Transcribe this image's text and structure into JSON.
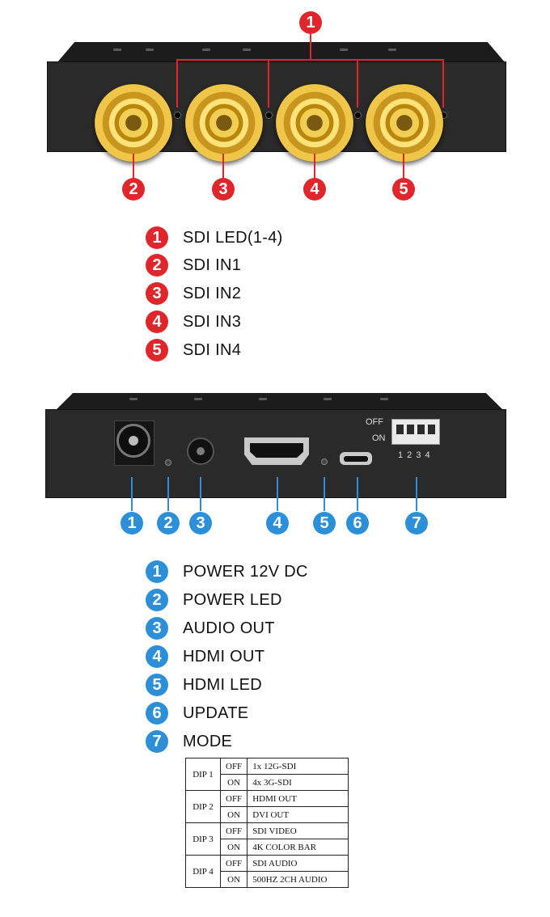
{
  "top_legend": [
    {
      "num": "1",
      "label": "SDI LED(1-4)"
    },
    {
      "num": "2",
      "label": "SDI IN1"
    },
    {
      "num": "3",
      "label": "SDI IN2"
    },
    {
      "num": "4",
      "label": "SDI IN3"
    },
    {
      "num": "5",
      "label": "SDI IN4"
    }
  ],
  "bottom_legend": [
    {
      "num": "1",
      "label": "POWER 12V DC"
    },
    {
      "num": "2",
      "label": "POWER LED"
    },
    {
      "num": "3",
      "label": "AUDIO OUT"
    },
    {
      "num": "4",
      "label": "HDMI OUT"
    },
    {
      "num": "5",
      "label": "HDMI LED"
    },
    {
      "num": "6",
      "label": "UPDATE"
    },
    {
      "num": "7",
      "label": "MODE"
    }
  ],
  "rear_panel": {
    "off_label": "OFF",
    "on_label": "ON",
    "dip_numbers": "1 2 3 4"
  },
  "dip_table": [
    {
      "dip": "DIP 1",
      "off": "1x 12G-SDI",
      "on": "4x 3G-SDI"
    },
    {
      "dip": "DIP 2",
      "off": "HDMI OUT",
      "on": "DVI OUT"
    },
    {
      "dip": "DIP 3",
      "off": "SDI VIDEO",
      "on": "4K COLOR BAR"
    },
    {
      "dip": "DIP 4",
      "off": "SDI AUDIO",
      "on": "500HZ 2CH AUDIO"
    }
  ],
  "dip_states": {
    "off": "OFF",
    "on": "ON"
  },
  "colors": {
    "red_badge": "#e0262a",
    "blue_badge": "#2c8fd8",
    "device": "#2a2a2a",
    "gold": "#f2cf54"
  }
}
